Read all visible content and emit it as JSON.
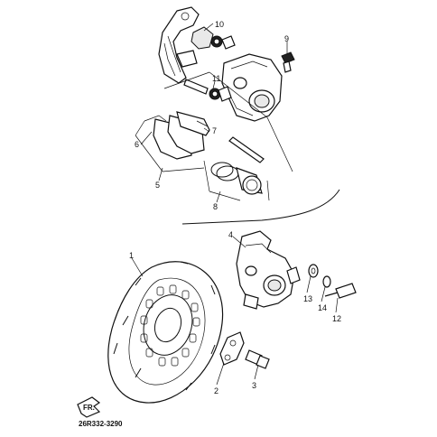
{
  "diagram_code": "26R332-3290",
  "fr_arrow_label": "FR.",
  "callouts": [
    "1",
    "2",
    "3",
    "4",
    "5",
    "6",
    "7",
    "8",
    "9",
    "10",
    "11",
    "12",
    "13",
    "14"
  ]
}
